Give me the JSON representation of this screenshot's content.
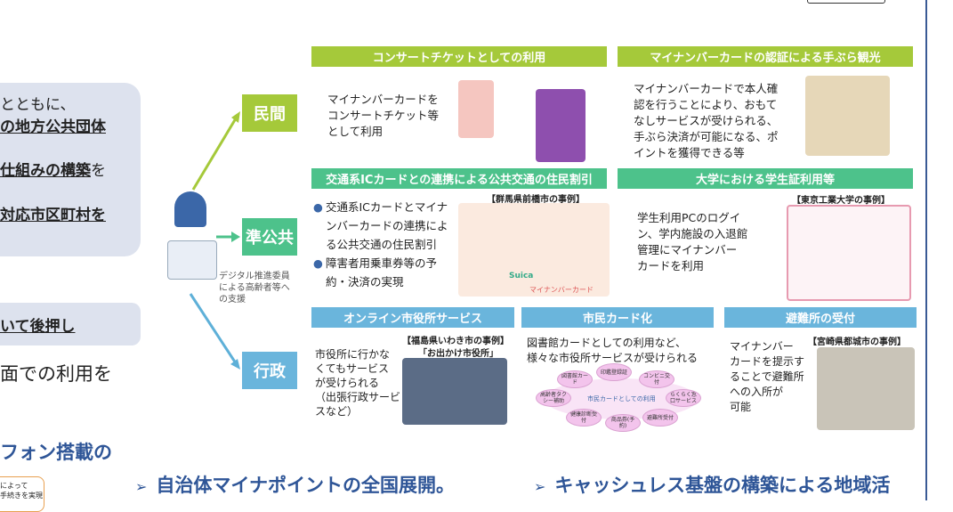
{
  "left": {
    "line1": "とともに、",
    "line2": "の地方公共団体",
    "line3_bold": "仕組みの構築",
    "line3_rest": "を",
    "line4": "対応市区町村を",
    "box2": "いて後押し",
    "line5": "面での利用を",
    "heading": "フォン搭載の",
    "note": "によって\n手続きを実現"
  },
  "categories": {
    "private": "民間",
    "semi_public": "準公共",
    "admin": "行政"
  },
  "support_caption": "デジタル推進委員による高齢者等への支援",
  "panels": {
    "concert": {
      "title": "コンサートチケットとしての利用",
      "text": "マイナンバーカードを\nコンサートチケット等\nとして利用"
    },
    "tourism": {
      "title": "マイナンバーカードの認証による手ぶら観光",
      "text": "マイナンバーカードで本人確\n認を行うことにより、おもて\nなしサービスが受けられる、\n手ぶら決済が可能になる、ポ\nイントを獲得できる等"
    },
    "transit": {
      "title": "交通系ICカードとの連携による公共交通の住民割引",
      "bullets": [
        "交通系ICカードとマイナンバーカードの連携による公共交通の住民割引",
        "障害者用乗車券等の予約・決済の実現"
      ],
      "case": "【群馬県前橋市の事例】",
      "img_labels": [
        "Suica",
        "マイナンバーカード"
      ]
    },
    "university": {
      "title": "大学における学生証利用等",
      "text": "学生利用PCのログイ\nン、学内施設の入退館\n管理にマイナンバー\nカードを利用",
      "case": "【東京工業大学の事例】"
    },
    "online": {
      "title": "オンライン市役所サービス",
      "text": "市役所に行かな\nくてもサービス\nが受けられる\n（出張行政サービ\nスなど）",
      "case": "【福島県いわき市の事例】",
      "case_sub": "「お出かけ市役所」"
    },
    "citizen": {
      "title": "市民カード化",
      "text": "図書館カードとしての利用など、\n様々な市役所サービスが受けられる",
      "center": "市民カードとしての利用",
      "bubbles": [
        "印鑑登録証",
        "コンビニ交付",
        "らくらく窓口サービス",
        "避難所受付",
        "商品券(予約)",
        "健康診断受付",
        "高齢者タクシー補助",
        "図書館カード"
      ]
    },
    "shelter": {
      "title": "避難所の受付",
      "text": "マイナンバー\nカードを提示す\nることで避難所\nへの入所が\n可能",
      "case": "【宮崎県都城市の事例】"
    }
  },
  "bottom": {
    "item1": "自治体マイナポイントの全国展開。",
    "item2": "キャッシュレス基盤の構築による地域活",
    "bullet": "➢"
  },
  "colors": {
    "green": "#a5c93a",
    "teal": "#4dc28b",
    "blue": "#6ab5dc",
    "navy": "#2e5597"
  }
}
